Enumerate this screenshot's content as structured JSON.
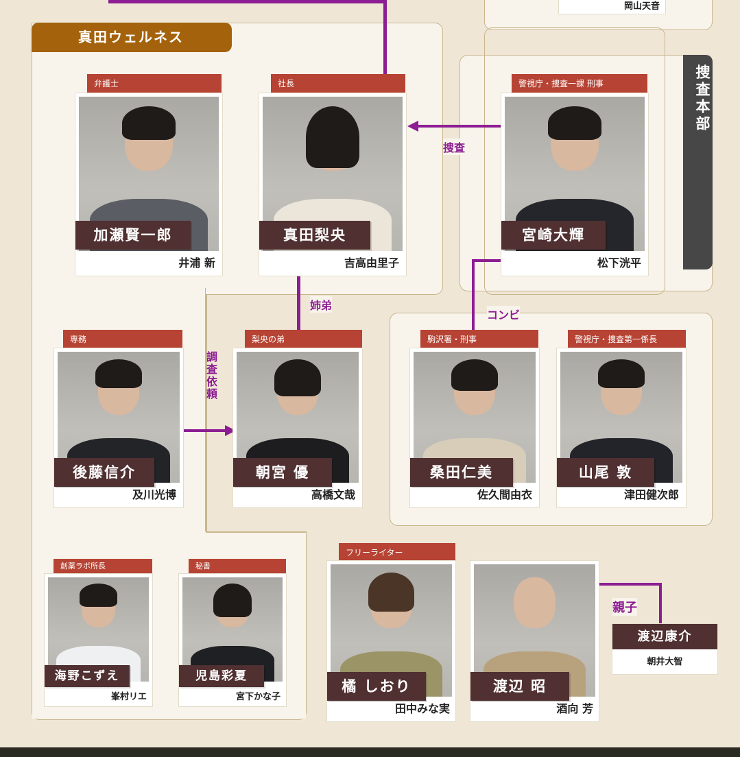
{
  "group": {
    "title": "真田ウェルネス"
  },
  "hq": {
    "title": "捜査本部"
  },
  "top_card": {
    "actor": "岡山天音"
  },
  "people": [
    {
      "id": "kase",
      "role": "弁護士",
      "name": "加瀬賢一郎",
      "actor": "井浦 新"
    },
    {
      "id": "rio",
      "role": "社長",
      "name": "真田梨央",
      "actor": "吉高由里子"
    },
    {
      "id": "miyazaki",
      "role": "警視庁・捜査一課 刑事",
      "name": "宮崎大輝",
      "actor": "松下洸平"
    },
    {
      "id": "goto",
      "role": "専務",
      "name": "後藤信介",
      "actor": "及川光博"
    },
    {
      "id": "asamiya",
      "role": "梨央の弟",
      "name": "朝宮 優",
      "actor": "高橋文哉"
    },
    {
      "id": "kuwata",
      "role": "駒沢署・刑事",
      "name": "桑田仁美",
      "actor": "佐久間由衣"
    },
    {
      "id": "yamao",
      "role": "警視庁・捜査第一係長",
      "name": "山尾 敦",
      "actor": "津田健次郎"
    },
    {
      "id": "umino",
      "role": "創薬ラボ所長",
      "name": "海野こずえ",
      "actor": "峯村リエ"
    },
    {
      "id": "kojima",
      "role": "秘書",
      "name": "児島彩夏",
      "actor": "宮下かな子"
    },
    {
      "id": "tachibana",
      "role": "フリーライター",
      "name": "橘 しおり",
      "actor": "田中みな実"
    },
    {
      "id": "watanabe_akira",
      "role": "",
      "name": "渡辺 昭",
      "actor": "酒向 芳"
    }
  ],
  "side_person": {
    "name": "渡辺康介",
    "actor": "朝井大智"
  },
  "relations": {
    "investigation": "捜査",
    "siblings": "姉弟",
    "combo": "コンビ",
    "request": "調査依頼",
    "parent_child": "親子"
  },
  "colors": {
    "accent": "#8c1d92",
    "role_red": "#b64333",
    "name_plate": "#503031",
    "group_gold": "#a4620d",
    "hq_gray": "#474747"
  }
}
